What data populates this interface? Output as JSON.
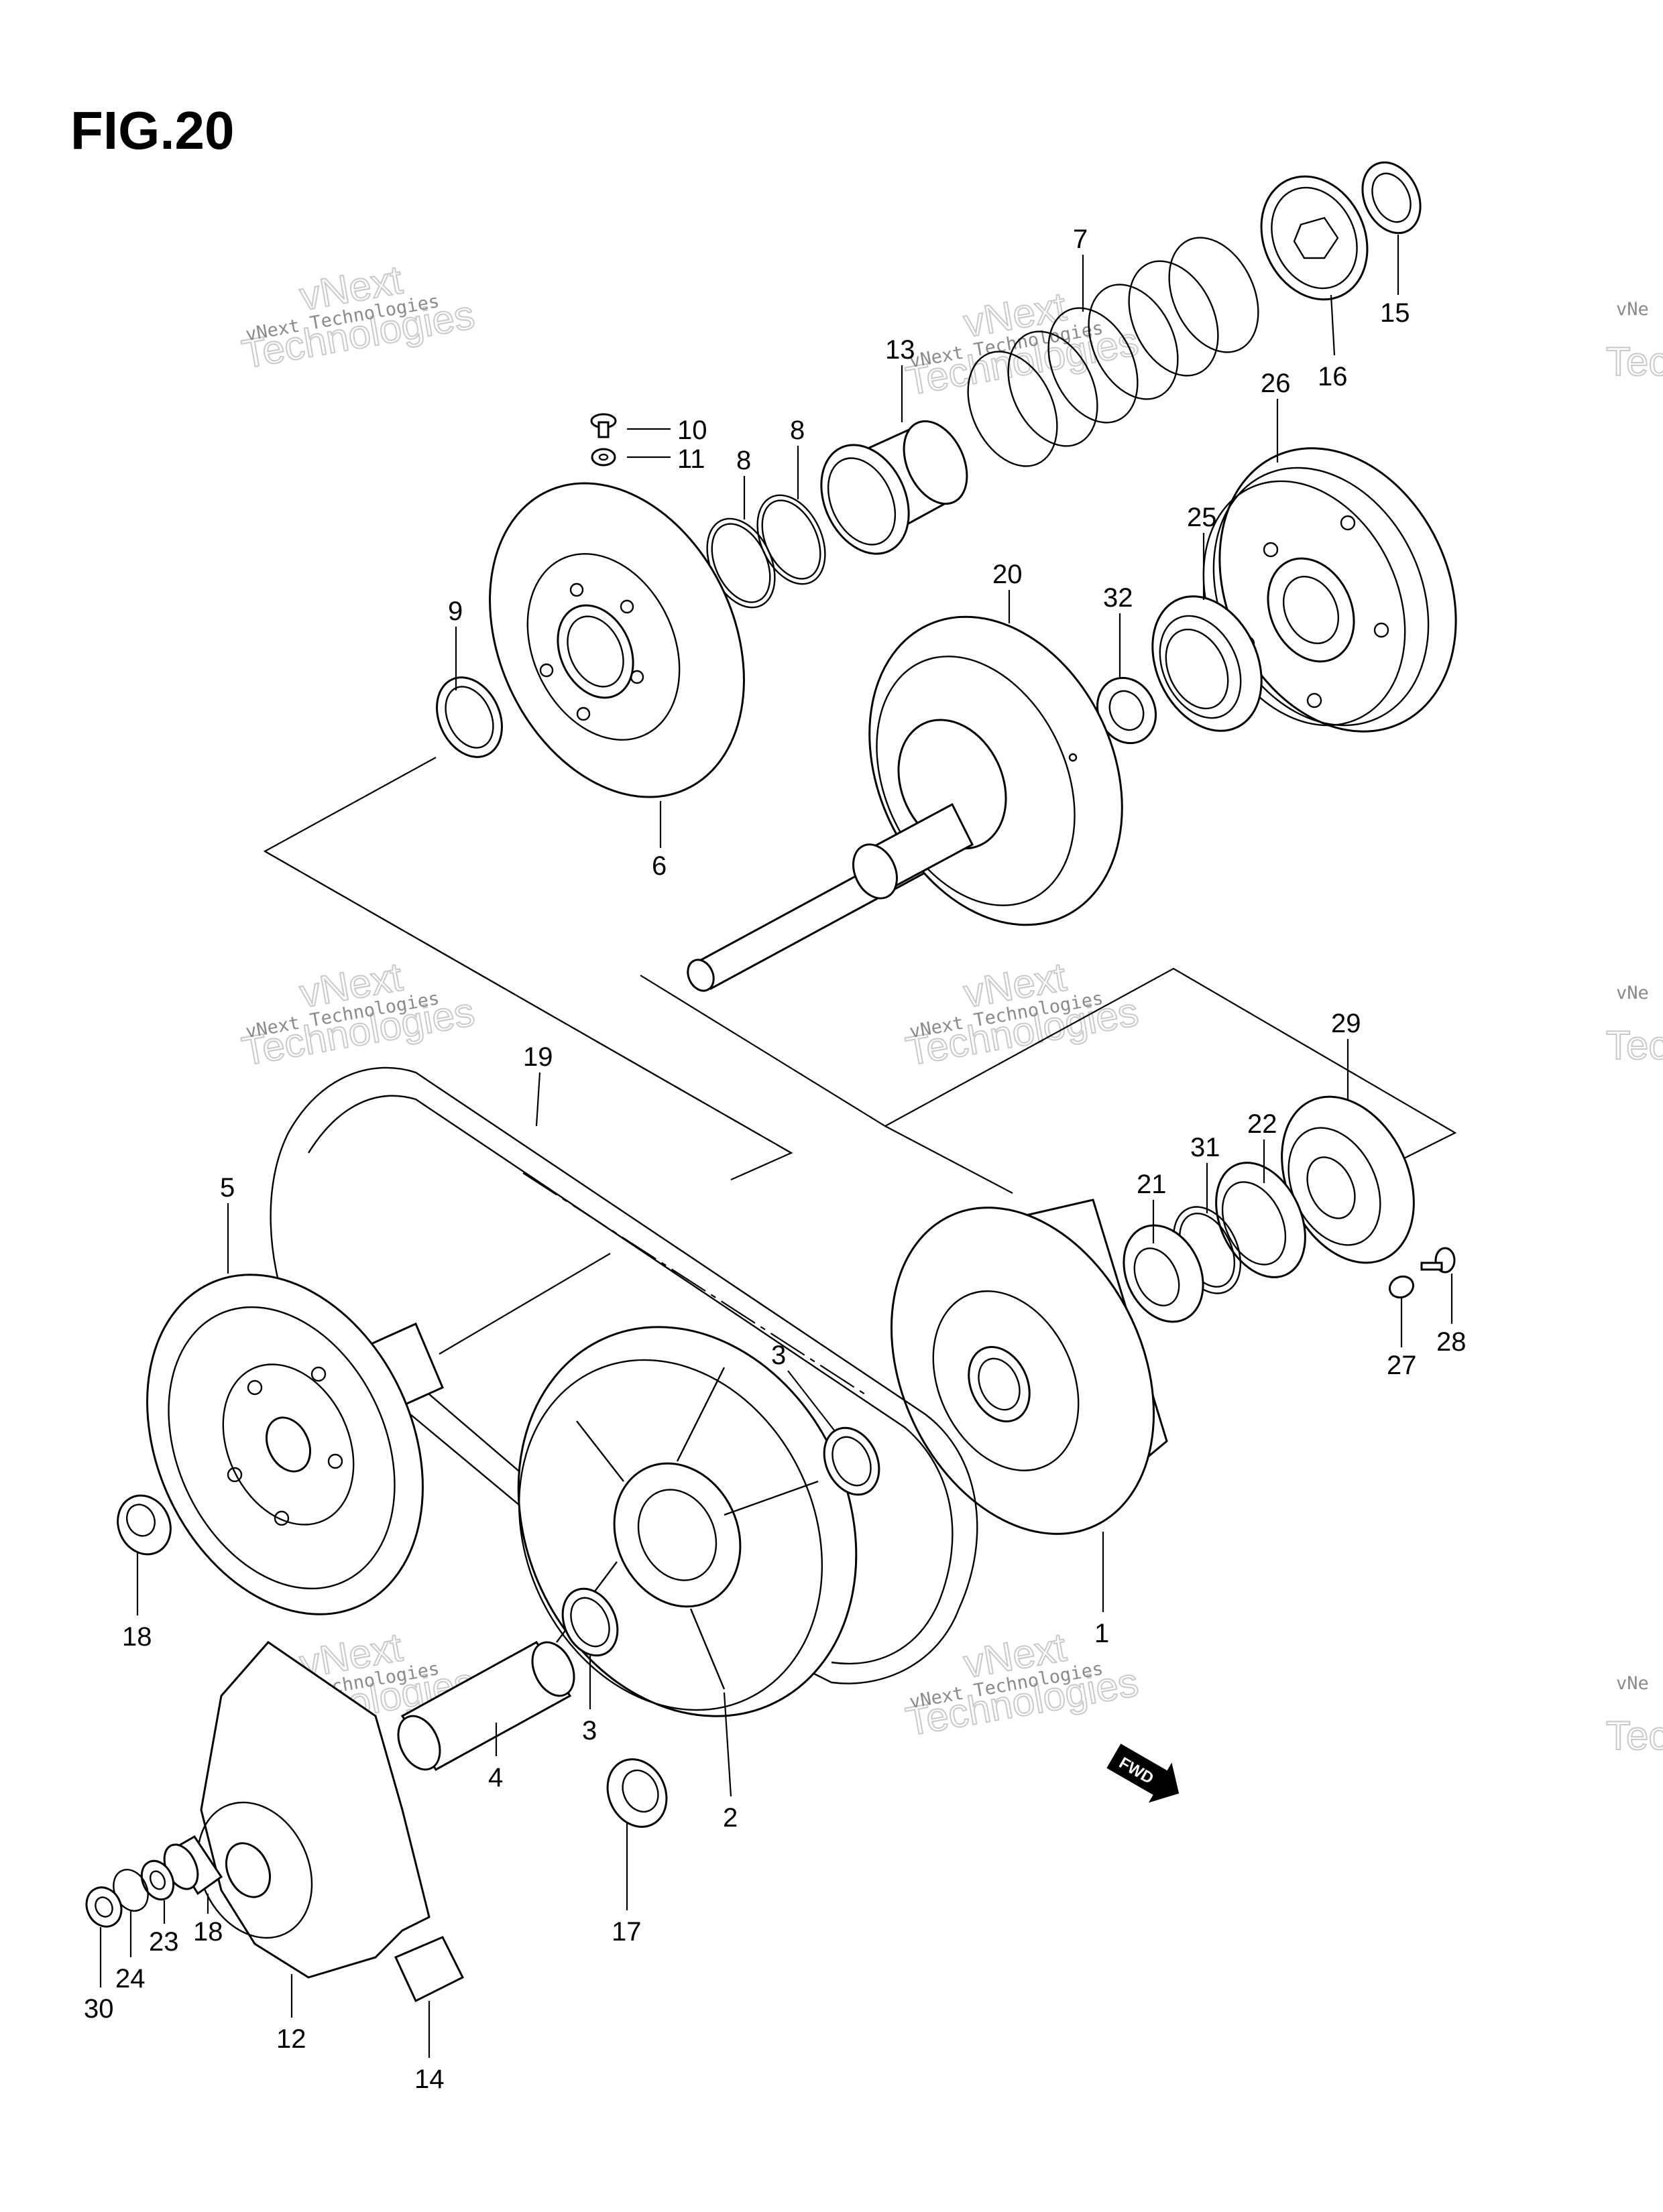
{
  "figure": {
    "title": "FIG.20"
  },
  "watermark": {
    "line1": "vNext",
    "line2": "Technologies",
    "small": "vNext Technologies",
    "edge1": "vNe",
    "edge2": "Tec"
  },
  "badge": {
    "text": "FWD"
  },
  "callouts": {
    "p1": "1",
    "p2": "2",
    "p3a": "3",
    "p3b": "3",
    "p4": "4",
    "p5": "5",
    "p6": "6",
    "p7": "7",
    "p8a": "8",
    "p8b": "8",
    "p9": "9",
    "p10": "10",
    "p11": "11",
    "p12": "12",
    "p13": "13",
    "p14": "14",
    "p15": "15",
    "p16": "16",
    "p17": "17",
    "p18a": "18",
    "p18b": "18",
    "p19": "19",
    "p20": "20",
    "p21": "21",
    "p22": "22",
    "p23": "23",
    "p24": "24",
    "p25": "25",
    "p26": "26",
    "p27": "27",
    "p28": "28",
    "p29": "29",
    "p30": "30",
    "p31": "31",
    "p32": "32"
  }
}
